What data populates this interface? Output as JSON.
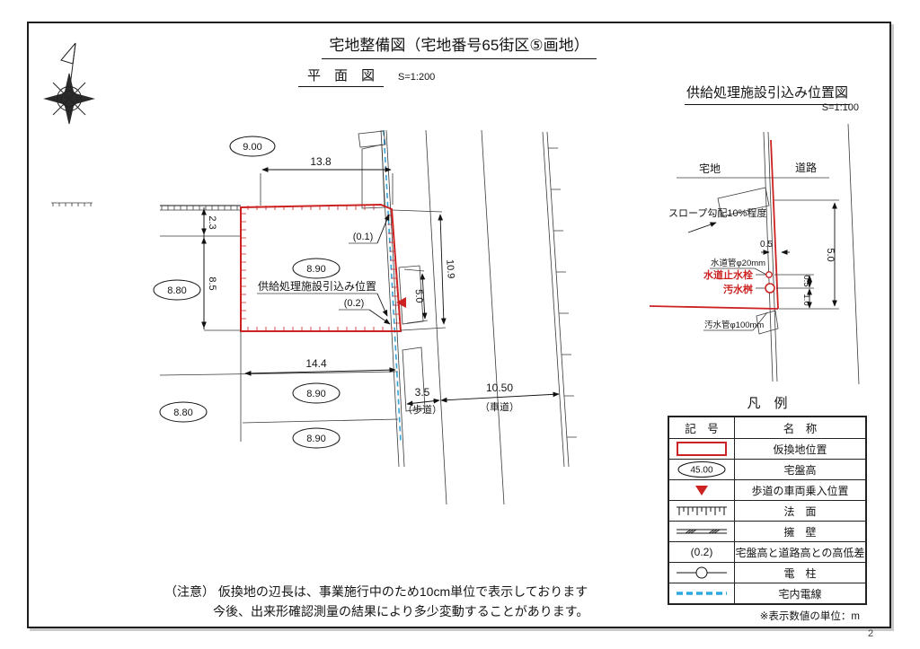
{
  "page": {
    "number": "2"
  },
  "colors": {
    "boundary_red": "#cc2222",
    "utility_blue": "#35a3d8",
    "legend_dash_blue": "#2ea8e0"
  },
  "titles": {
    "main": "宅地整備図（宅地番号65街区⑤画地）",
    "plan": "平　面　図",
    "plan_scale": "S=1:200",
    "detail": "供給処理施設引込み位置図",
    "detail_scale": "S=1:100"
  },
  "plan": {
    "elevations": {
      "e900": "9.00",
      "e890a": "8.90",
      "e890b": "8.90",
      "e890c": "8.90",
      "e880a": "8.80",
      "e880b": "8.80"
    },
    "dims": {
      "d138": "13.8",
      "d23": "2.3",
      "d85": "8.5",
      "d109": "10.9",
      "d50": "5.0",
      "d144": "14.4",
      "d35": "3.5",
      "d35_sub": "（歩道）",
      "d1050": "10.50",
      "d1050_sub": "（車道）",
      "d01": "(0.1)",
      "d02": "(0.2)"
    },
    "intake_label": "供給処理施設引込み位置"
  },
  "detail": {
    "area_left": "宅地",
    "area_right": "道路",
    "slope_label": "スロープ勾配10%程度",
    "water_pipe_label": "水道管φ20mm",
    "sewer_pipe_label": "汚水管φ100mm",
    "valve_label": "水道止水栓",
    "basin_label": "汚水桝",
    "dims": {
      "d05_top": "0.5",
      "d05": "0.5",
      "d10": "1.0",
      "d50": "5.0"
    }
  },
  "legend": {
    "title": "凡　例",
    "headers": {
      "symbol": "記　号",
      "name": "名　称"
    },
    "rows": [
      {
        "name": "仮換地位置"
      },
      {
        "symbol_text": "45.00",
        "name": "宅盤高"
      },
      {
        "name": "歩道の車両乗入位置"
      },
      {
        "name": "法　面"
      },
      {
        "name": "擁　壁"
      },
      {
        "symbol_text": "(0.2)",
        "name": "宅盤高と道路高との高低差"
      },
      {
        "name": "電　柱"
      },
      {
        "name": "宅内電線"
      }
    ],
    "unit_note": "※表示数値の単位：m"
  },
  "note": {
    "line1": "（注意） 仮換地の辺長は、事業施行中のため10cm単位で表示しております",
    "line2": "今後、出来形確認測量の結果により多少変動することがあります。"
  }
}
